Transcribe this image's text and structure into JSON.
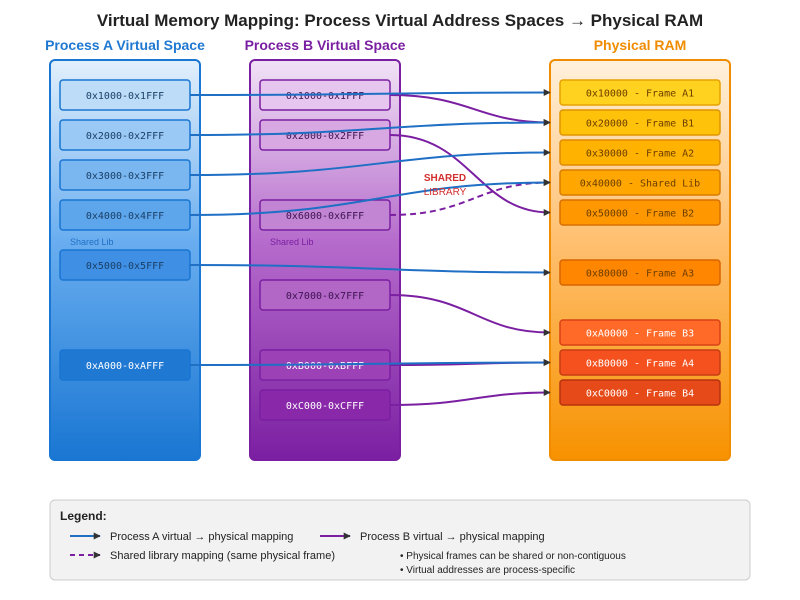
{
  "title": "Virtual Memory Mapping: Process Virtual Address Spaces → Physical RAM",
  "colors": {
    "process_a": "#1f6fc5",
    "process_b": "#7b1fa2",
    "physical": "#f08c00",
    "shared_label": "#d32f2f"
  },
  "process_a": {
    "header": "Process A Virtual Space",
    "pages": [
      "0x1000-0x1FFF",
      "0x2000-0x2FFF",
      "0x3000-0x3FFF",
      "0x4000-0x4FFF",
      "0x5000-0x5FFF",
      "0xA000-0xAFFF"
    ],
    "shared_tag": "Shared Lib"
  },
  "process_b": {
    "header": "Process B Virtual Space",
    "pages": [
      "0x1000-0x1FFF",
      "0x2000-0x2FFF",
      "0x6000-0x6FFF",
      "0x7000-0x7FFF",
      "0xB000-0xBFFF",
      "0xC000-0xCFFF"
    ],
    "shared_tag": "Shared Lib"
  },
  "physical_ram": {
    "header": "Physical RAM",
    "frames": [
      "0x10000 - Frame A1",
      "0x20000 - Frame B1",
      "0x30000 - Frame A2",
      "0x40000 - Shared Lib",
      "0x50000 - Frame B2",
      "0x80000 - Frame A3",
      "0xA0000 - Frame B3",
      "0xB0000 - Frame A4",
      "0xC0000 - Frame B4"
    ]
  },
  "shared_annotation": {
    "line1": "SHARED",
    "line2": "LIBRARY"
  },
  "mappings": {
    "process_a": [
      [
        0,
        0
      ],
      [
        1,
        1
      ],
      [
        2,
        2
      ],
      [
        3,
        3
      ],
      [
        4,
        5
      ],
      [
        5,
        7
      ]
    ],
    "process_b": [
      [
        0,
        1
      ],
      [
        1,
        4
      ],
      [
        3,
        6
      ],
      [
        4,
        7
      ],
      [
        5,
        8
      ]
    ],
    "shared": [
      [
        2,
        3
      ]
    ]
  },
  "legend": {
    "title": "Legend:",
    "a_mapping": "Process A virtual → physical mapping",
    "b_mapping": "Process B virtual → physical mapping",
    "shared_mapping": "Shared library mapping (same physical frame)",
    "note1": "• Physical frames can be shared or non-contiguous",
    "note2": "• Virtual addresses are process-specific"
  }
}
